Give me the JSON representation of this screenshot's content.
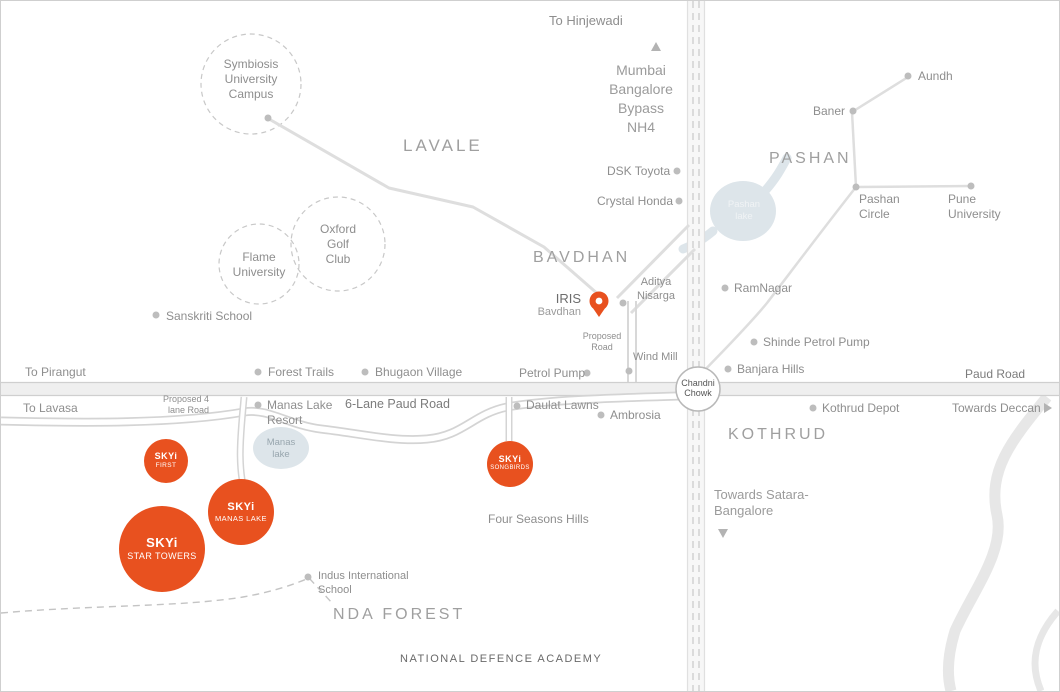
{
  "map": {
    "title_areas": {
      "lavale": "LAVALE",
      "pashan": "PASHAN",
      "bavdhan": "BAVDHAN",
      "kothrud": "KOTHRUD",
      "nda_forest": "NDA FOREST",
      "nda_academy": "NATIONAL DEFENCE ACADEMY"
    },
    "directions": {
      "hinjewadi": "To Hinjewadi",
      "bypass": "Mumbai Bangalore Bypass NH4",
      "pirangut": "To Pirangut",
      "lavasa": "To Lavasa",
      "paud_road": "Paud Road",
      "deccan": "Towards Deccan",
      "satara": "Towards Satara-Bangalore",
      "six_lane": "6-Lane Paud Road",
      "proposed_road": "Proposed Road",
      "proposed_4lane": "Proposed 4 lane Road",
      "chandni_chowk": "Chandni Chowk"
    },
    "campuses": {
      "symbiosis": "Symbiosis University Campus",
      "oxford": "Oxford Golf Club",
      "flame": "Flame University"
    },
    "landmarks": {
      "dsk_toyota": "DSK Toyota",
      "crystal_honda": "Crystal Honda",
      "aundh": "Aundh",
      "baner": "Baner",
      "pashan_circle": "Pashan Circle",
      "pune_university": "Pune University",
      "ramnagar": "RamNagar",
      "shinde_petrol": "Shinde Petrol Pump",
      "banjara_hills": "Banjara Hills",
      "sanskriti": "Sanskriti School",
      "aditya_nisarga": "Aditya Nisarga",
      "wind_mill": "Wind Mill",
      "petrol_pump": "Petrol Pump",
      "forest_trails": "Forest Trails",
      "bhugaon": "Bhugaon Village",
      "manas_resort": "Manas Lake Resort",
      "daulat_lawns": "Daulat Lawns",
      "ambrosia": "Ambrosia",
      "kothrud_depot": "Kothrud Depot",
      "four_seasons": "Four Seasons Hills",
      "indus_school": "Indus International School"
    },
    "lakes": {
      "pashan_lake": "Pashan lake",
      "manas_lake": "Manas lake"
    },
    "projects": {
      "iris_line1": "IRIS",
      "iris_line2": "Bavdhan",
      "brand": "SKYi",
      "star_towers": "STAR TOWERS",
      "manas_lake": "MANAS LAKE",
      "first": "FIRST",
      "songbirds": "SONGBIRDS"
    },
    "colors": {
      "accent_orange": "#E8511F",
      "road_gray": "#DCDCDC",
      "lake_blue": "#DDE5EA",
      "text_gray": "#8E8E8E"
    }
  }
}
